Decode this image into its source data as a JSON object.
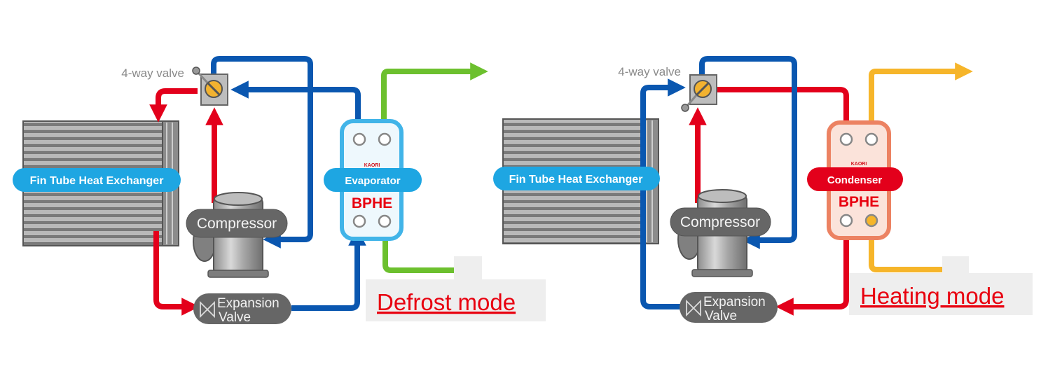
{
  "colors": {
    "hot_refrigerant": "#e3001b",
    "cold_refrigerant": "#0a57b0",
    "defrost_water": "#6cc02e",
    "heating_water": "#f6b52a",
    "label_pill_blue": "#1ea6e2",
    "label_pill_red": "#e3001b",
    "component_gray": "#666666",
    "mode_text": "#e8000f"
  },
  "diagrams": [
    {
      "mode_label": "Defrost mode",
      "fin_tube_label": "Fin Tube Heat Exchanger",
      "valve_label": "4-way valve",
      "compressor_label": "Compressor",
      "expansion_label_line1": "Expansion",
      "expansion_label_line2": "Valve",
      "bphe_role_label": "Evaporator",
      "bphe_label": "BPHE",
      "brand_label": "KAORI"
    },
    {
      "mode_label": "Heating mode",
      "fin_tube_label": "Fin Tube Heat Exchanger",
      "valve_label": "4-way valve",
      "compressor_label": "Compressor",
      "expansion_label_line1": "Expansion",
      "expansion_label_line2": "Valve",
      "bphe_role_label": "Condenser",
      "bphe_label": "BPHE",
      "brand_label": "KAORI"
    }
  ]
}
